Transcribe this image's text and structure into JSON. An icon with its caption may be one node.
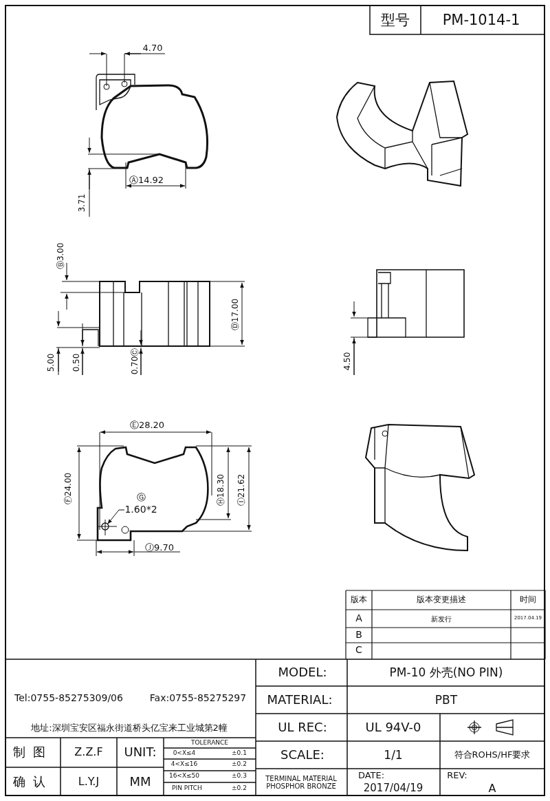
{
  "diagram": {
    "nodes": [
      {
        "text": [
          "1.60*2"
        ]
      },
      {
        "text": [],
        "shape": "circle"
      }
    ],
    "edges": [
      {
        "from": 0,
        "to": 1,
        "arrow": "to"
      }
    ],
    "labels": [
      "型号",
      "PM-1014-1",
      "4.70",
      "Ⓐ14.92",
      "3.71",
      "Ⓑ3.00",
      "Ⓓ17.00",
      "5.00",
      "0.50",
      "0.70Ⓒ",
      "4.50",
      "Ⓔ28.20",
      "Ⓕ24.00",
      "Ⓖ",
      "Ⓗ18.30",
      "Ⓘ21.62",
      "Ⓙ9.70",
      "版本",
      "版本变更描述",
      "时间",
      "A",
      "新发行",
      "2017.04.19",
      "B",
      "C",
      "Tel:0755-85275309/06",
      "Fax:0755-85275297",
      "地址:深圳宝安区福永街道桥头亿宝来工业城第2幢",
      "MODEL:",
      "PM-10 外壳(NO PIN)",
      "MATERIAL:",
      "PBT",
      "UL REC:",
      "UL 94V-0",
      "制图",
      "Z.Z.F",
      "UNIT:",
      "TOLERANCE",
      "0<X≤4",
      "±0.1",
      "SCALE:",
      "1/1",
      "符合ROHS/HF要求",
      "确认",
      "L.Y.J",
      "MM",
      "4<X≤16",
      "±0.2",
      "16<X≤50",
      "±0.3",
      "PIN PITCH",
      "±0.2",
      "TERMINAL MATERIAL PHOSPHOR BRONZE",
      "DATE:",
      "2017/04/19",
      "REV:",
      "A"
    ]
  }
}
